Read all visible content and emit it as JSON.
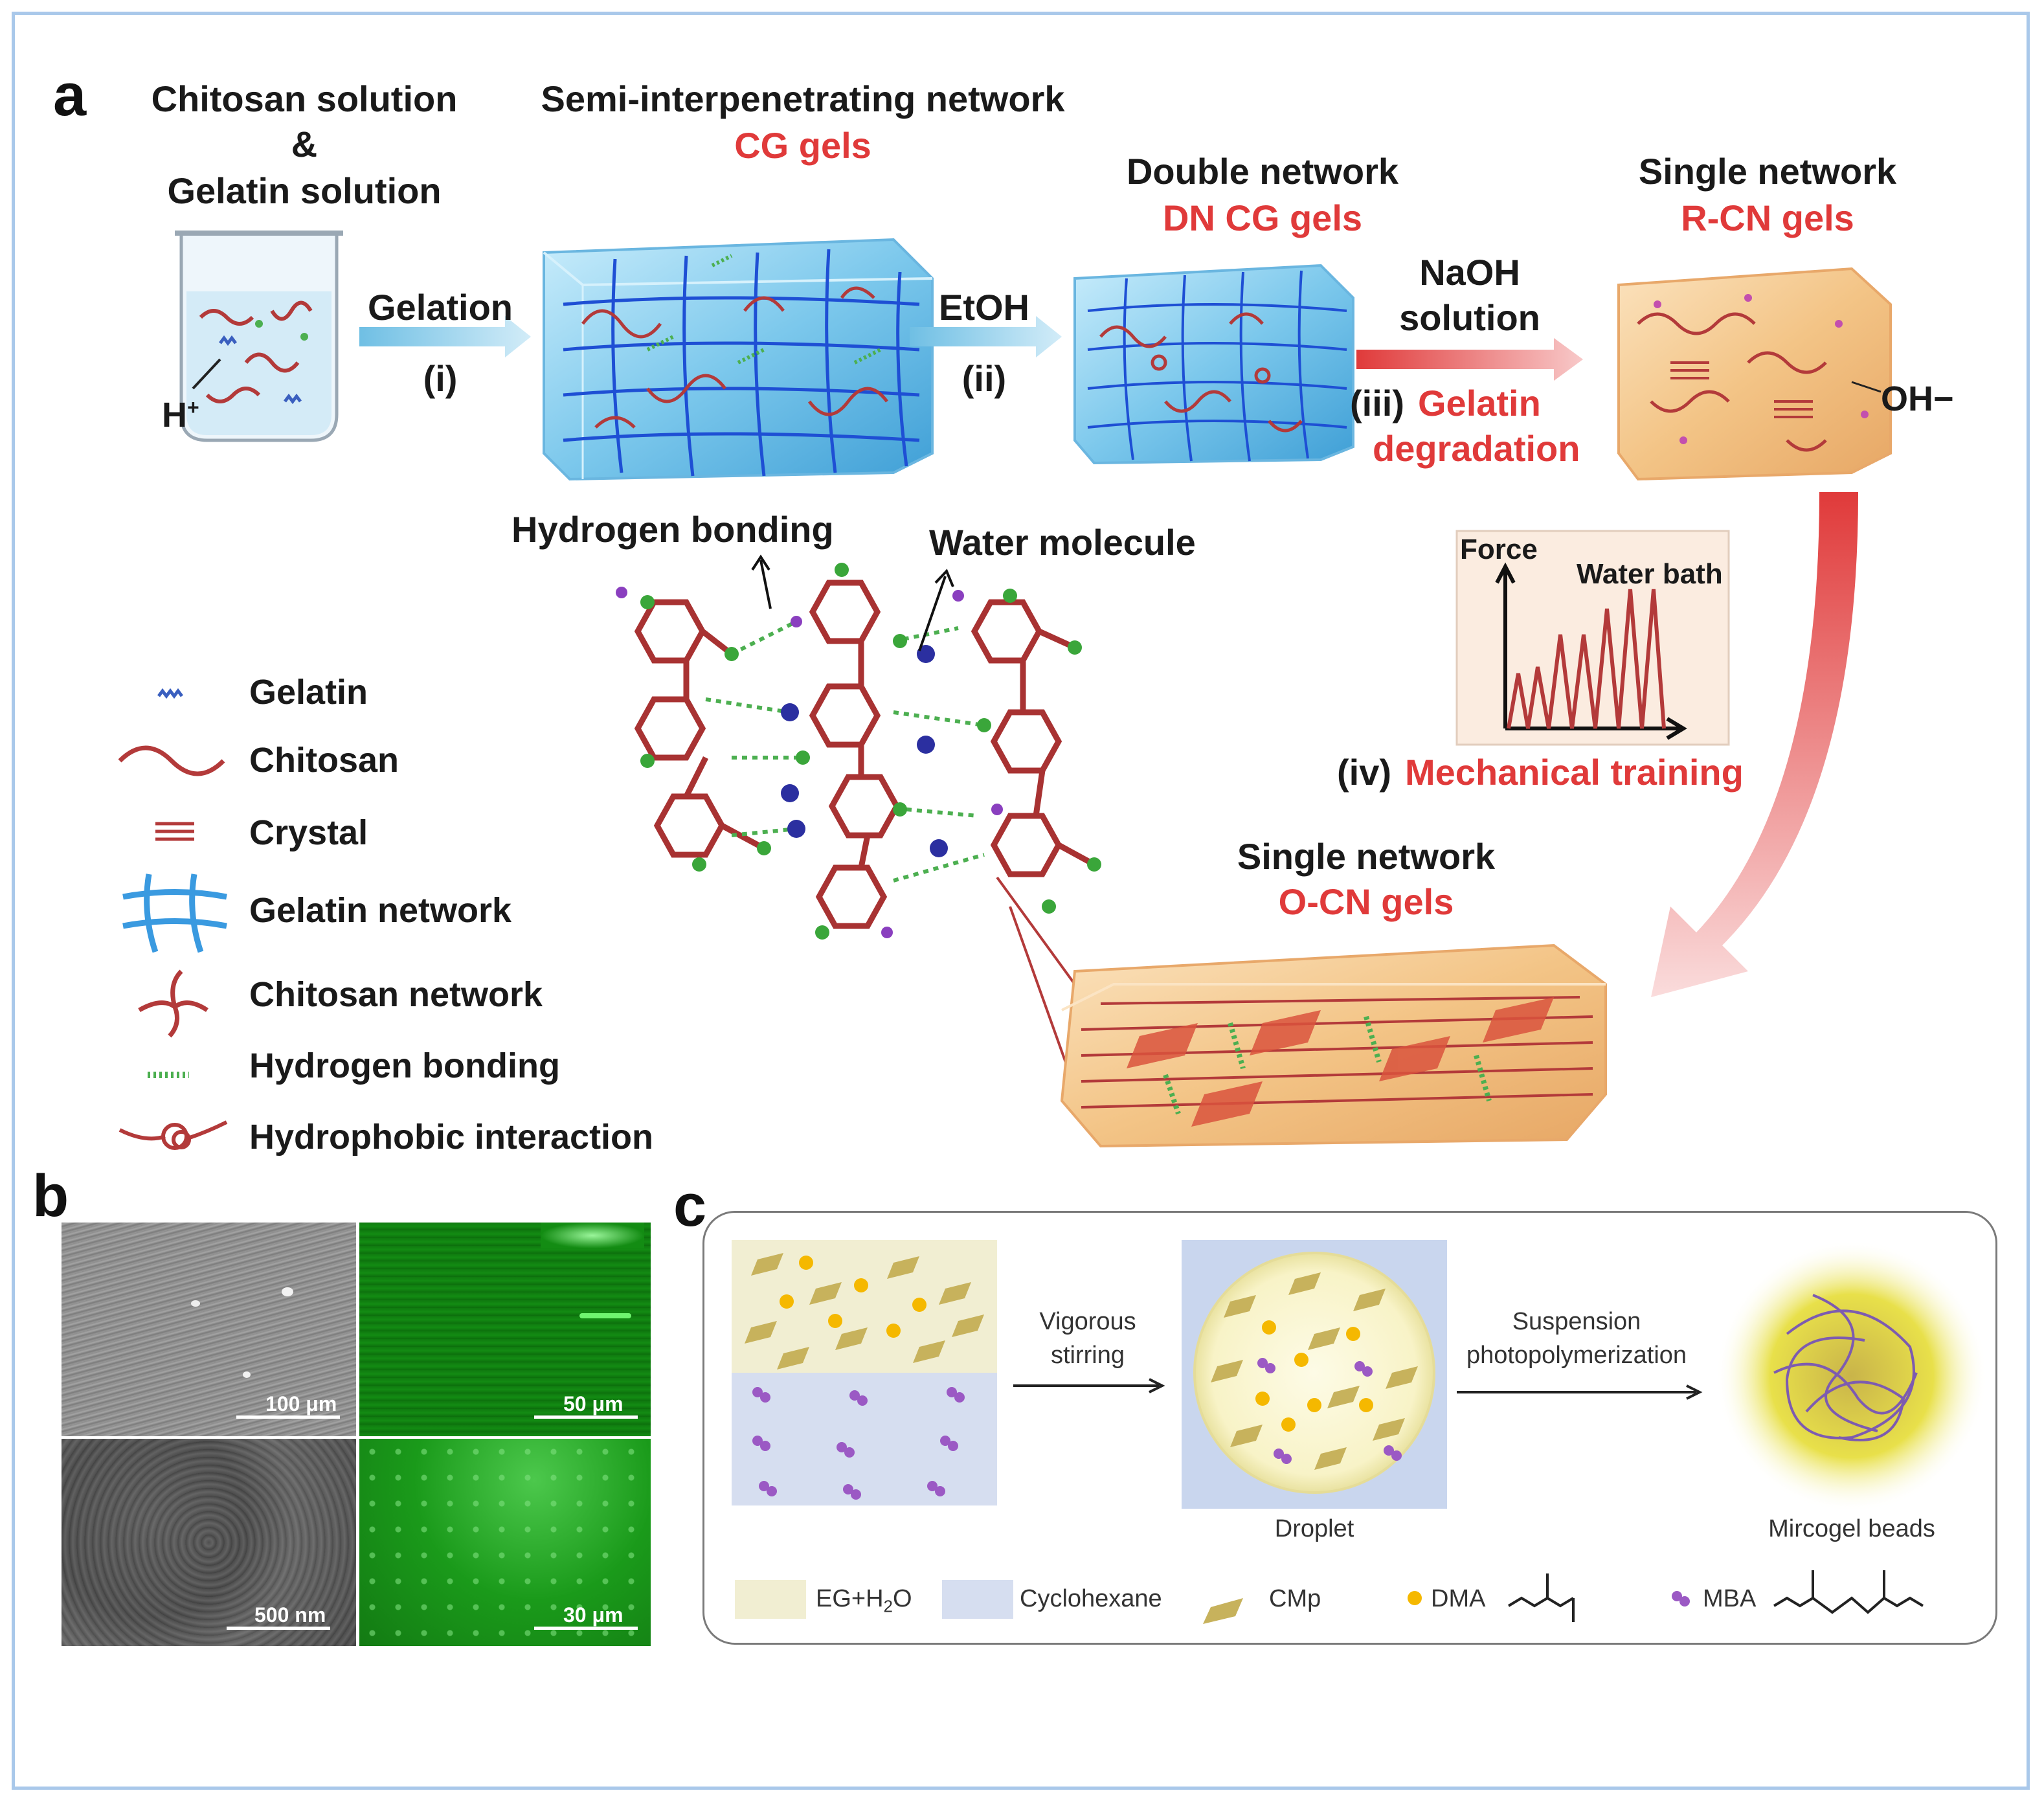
{
  "panel_a": {
    "letter": "a",
    "stage1": {
      "line1": "Chitosan solution",
      "line2": "&",
      "line3": "Gelatin solution",
      "ion": "H",
      "ion_sup": "+"
    },
    "stage2": {
      "title": "Semi-interpenetrating network",
      "subtitle": "CG gels"
    },
    "stage3": {
      "title": "Double network",
      "subtitle": "DN CG gels"
    },
    "stage4": {
      "title": "Single network",
      "subtitle": "R-CN gels",
      "ion": "OH−"
    },
    "stage5": {
      "title": "Single network",
      "subtitle": "O-CN gels"
    },
    "arrow1": {
      "label": "Gelation",
      "step": "(i)"
    },
    "arrow2": {
      "label": "EtOH",
      "step": "(ii)"
    },
    "arrow3": {
      "label_line1": "NaOH",
      "label_line2": "solution",
      "step": "(iii)",
      "red_line1": "Gelatin",
      "red_line2": "degradation"
    },
    "arrow4": {
      "step": "(iv)",
      "label": "Mechanical training"
    },
    "inset": {
      "ylabel": "Force",
      "annotation": "Water bath"
    },
    "molecule": {
      "label_left": "Hydrogen bonding",
      "label_right": "Water molecule"
    },
    "legend": [
      {
        "icon": "gelatin-icon",
        "label": "Gelatin"
      },
      {
        "icon": "chitosan-icon",
        "label": "Chitosan"
      },
      {
        "icon": "crystal-icon",
        "label": "Crystal"
      },
      {
        "icon": "gelatin-network-icon",
        "label": "Gelatin network"
      },
      {
        "icon": "chitosan-network-icon",
        "label": "Chitosan network"
      },
      {
        "icon": "hydrogen-bonding-icon",
        "label": "Hydrogen bonding"
      },
      {
        "icon": "hydrophobic-interaction-icon",
        "label": "Hydrophobic interaction"
      }
    ]
  },
  "panel_b": {
    "letter": "b",
    "images": [
      {
        "scale": "100 μm"
      },
      {
        "scale": "50 μm"
      },
      {
        "scale": "500 nm"
      },
      {
        "scale": "30 μm"
      }
    ]
  },
  "panel_c": {
    "letter": "c",
    "arrow1": {
      "line1": "Vigorous",
      "line2": "stirring"
    },
    "arrow2": {
      "line1": "Suspension",
      "line2": "photopolymerization"
    },
    "droplet_label": "Droplet",
    "beads_label": "Mircogel beads",
    "legend": [
      {
        "icon": "eg-water-swatch",
        "label": "EG+H",
        "sub": "2",
        "tail": "O"
      },
      {
        "icon": "cyclohexane-swatch",
        "label": "Cyclohexane"
      },
      {
        "icon": "cmp-icon",
        "label": "CMp"
      },
      {
        "icon": "dma-icon",
        "label": "DMA"
      },
      {
        "icon": "mba-icon",
        "label": "MBA"
      }
    ]
  },
  "colors": {
    "red_label": "#e03a3a",
    "frame": "#a9c8ea",
    "gel_blue": "#8fd0ee",
    "gel_orange": "#f2c48a",
    "chitosan": "#b33a3a",
    "hbond": "#4caf50"
  }
}
